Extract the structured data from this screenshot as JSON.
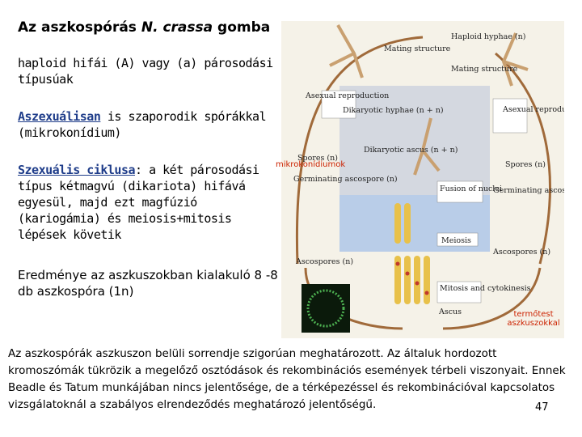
{
  "title_main": "Az aszkospórás",
  "title_species": "N. crassa",
  "title_tail": "gomba",
  "para1": "haploid hifái (A) vagy (a) párosodási típusúak",
  "para2_hl": "Aszexuálisan",
  "para2_rest": " is szaporodik spórákkal (mikrokonídium)",
  "para3_hl": "Szexuális ciklusa",
  "para3_rest": ": a két párosodási típus kétmagvú (dikariota) hifává egyesül, majd ezt magfúzió (kariogámia) és meiosis+mitosis lépések követik",
  "para4": "Eredménye az aszkuszokban kialakuló 8 -8 db aszkospóra (1n)",
  "red_label_1": "mikrokonídiumok",
  "red_label_2": "termőtest aszkuszokkal",
  "footnote": "Az aszkospórák aszkuszon belüli sorrendje szigorúan meghatározott. Az általuk hordozott kromoszómák tükrözik a megelőző osztódások és rekombinációs események térbeli viszonyait. Ennek Beadle és Tatum munkájában nincs jelentősége, de a térképezéssel és rekombinációval kapcsolatos vizsgálatoknál a szabályos elrendeződés meghatározó jelentőségű.",
  "page_number": "47",
  "diagram": {
    "mating_structure_left": "Mating structure",
    "haploid_hyphae": "Haploid hyphae (n)",
    "mating_structure_right": "Mating structure",
    "asexual_reproduction_left": "Asexual reproduction",
    "asexual_reproduction_right": "Asexual reproduction",
    "dikaryotic_hyphae": "Dikaryotic hyphae (n + n)",
    "dikaryotic_ascus": "Dikaryotic ascus (n + n)",
    "spores_left": "Spores (n)",
    "spores_right": "Spores (n)",
    "germinating_left": "Germinating ascospore (n)",
    "germinating_right": "Germinating ascospore (n)",
    "fusion": "Fusion of nuclei",
    "meiosis": "Meiosis",
    "ascospores_left": "Ascospores (n)",
    "ascospores_right": "Ascospores (n)",
    "mitosis": "Mitosis and cytokinesis",
    "ascus": "Ascus"
  },
  "colors": {
    "highlight": "#1f3d8a",
    "red_label": "#cc2200",
    "meiosis_band": "#b9cde8",
    "dikaryon_band": "#d4d8e0"
  }
}
